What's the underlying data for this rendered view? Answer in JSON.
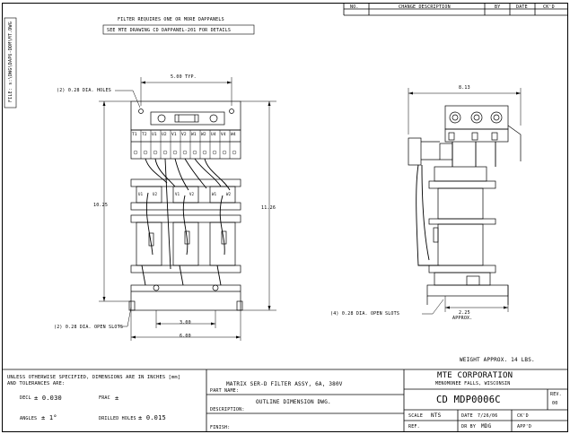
{
  "side_label": "FILE: s:\\DWG\\DAP6-DDM\\MT.DWG",
  "revision_table": {
    "headers": [
      "NO.",
      "CHANGE DESCRIPTION",
      "BY",
      "DATE",
      "CK'D"
    ]
  },
  "notes": {
    "filter_required": "FILTER REQUIRES ONE OR MORE DAPPANELS",
    "see_drawing": "SEE MTE DRAWING CD DAPPANEL-201 FOR DETAILS"
  },
  "dimensions": {
    "top_width": "5.00 TYP.",
    "holes": "(2) 0.28 DIA. HOLES",
    "height_left": "10.25",
    "height_right": "11.26",
    "slots_front": "(2) 0.28 DIA. OPEN SLOTS",
    "slot_spacing": "3.00",
    "base_width": "6.00",
    "side_width": "8.13",
    "slots_side": "(4) 0.28 DIA. OPEN SLOTS",
    "side_offset": "2.25",
    "side_offset_note": "APPROX."
  },
  "terminal_labels": [
    "T1",
    "T2",
    "U1",
    "U2",
    "V1",
    "V2",
    "W1",
    "W2",
    "U4",
    "V4",
    "W4"
  ],
  "coil_labels": [
    "U1",
    "U2",
    "V1",
    "V2",
    "W1",
    "W2"
  ],
  "weight": "WEIGHT APPROX. 14 LBS.",
  "title_block": {
    "tolerance_note_1": "UNLESS OTHERWISE SPECIFIED, DIMENSIONS ARE IN INCHES [mm]",
    "tolerance_note_2": "AND TOLERANCES ARE:",
    "decl_label": "DECL",
    "decl_value": "± 0.030",
    "frac_label": "FRAC",
    "frac_value": "±",
    "angles_label": "ANGLES",
    "angles_value": "± 1°",
    "drilled_label": "DRILLED HOLES",
    "drilled_value": "± 0.015",
    "part_name_value": "MATRIX SER-D FILTER ASSY, 6A, 380V",
    "part_name_label": "PART NAME:",
    "description_label": "DESCRIPTION:",
    "description_value": "OUTLINE DIMENSION DWG.",
    "finish_label": "FINISH:",
    "company": "MTE CORPORATION",
    "location": "MENOMONEE FALLS, WISCONSIN",
    "drawing_number": "CD  MDP0006C",
    "rev_label": "REV.",
    "rev_value": "00",
    "scale_label": "SCALE",
    "scale_value": "NTS",
    "date_label": "DATE",
    "date_value": "7/26/06",
    "ckd_label": "CK'D",
    "ref_label": "REF.",
    "dr_by_label": "DR BY",
    "dr_by_value": "MDG",
    "appd_label": "APP'D"
  }
}
